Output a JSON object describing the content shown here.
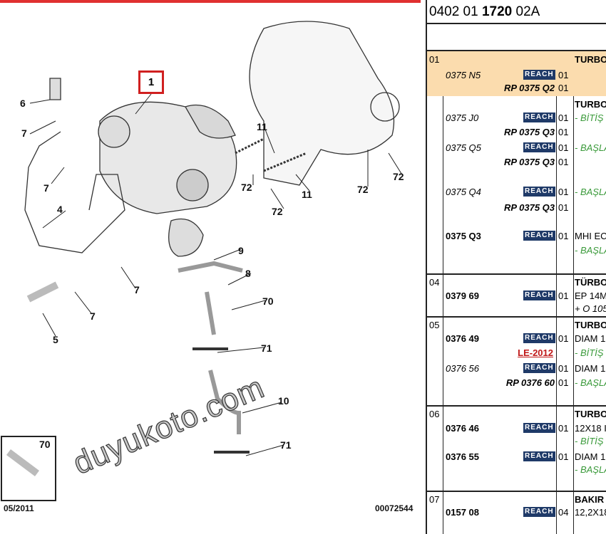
{
  "diagram": {
    "callouts": [
      "1",
      "6",
      "7",
      "7",
      "4",
      "7",
      "7",
      "5",
      "11",
      "72",
      "72",
      "11",
      "72",
      "72",
      "9",
      "8",
      "70",
      "71",
      "10",
      "71"
    ],
    "inset_label": "70",
    "date": "05/2011",
    "drawing_number": "00072544",
    "watermark": "duyukoto.com"
  },
  "table": {
    "ref_prefix": "0402 01 ",
    "ref_bold": "1720",
    "ref_suffix": " 02A",
    "rows": [
      {
        "pos": "01",
        "lines": [
          {
            "part": "0375 N5",
            "style": "it",
            "reach": "REACH",
            "qty": "01",
            "desc": "TURBO"
          },
          {
            "part": "RP 0375 Q2",
            "style": "rp",
            "qty": "01"
          }
        ]
      },
      {
        "pos": "",
        "lines": [
          {
            "part": "0375 J0",
            "style": "it",
            "reach": "REACH",
            "qty": "01",
            "desc": "TURBO",
            "note": "- BİTİŞ"
          },
          {
            "part": "RP 0375 Q3",
            "style": "rp",
            "qty": "01"
          },
          {
            "part": "0375 Q5",
            "style": "it",
            "reach": "REACH",
            "qty": "01",
            "note": "- BAŞLA"
          },
          {
            "part": "RP 0375 Q3",
            "style": "rp",
            "qty": "01"
          },
          {
            "part": "0375 Q4",
            "style": "it",
            "reach": "REACH",
            "qty": "01",
            "note": "- BAŞLA"
          },
          {
            "part": "RP 0375 Q3",
            "style": "rp",
            "qty": "01"
          },
          {
            "part": "0375 Q3",
            "style": "bd",
            "reach": "REACH",
            "qty": "01",
            "desc": "MHI EC",
            "note": "- BAŞLA"
          }
        ]
      },
      {
        "pos": "04",
        "lines": [
          {
            "part": "0379 69",
            "style": "bd",
            "reach": "REACH",
            "qty": "01",
            "desc": "TÜRBO",
            "desc2": "EP 14M",
            "desc3": "+ O 105"
          }
        ]
      },
      {
        "pos": "05",
        "lines": [
          {
            "part": "0376 49",
            "style": "bd",
            "reach": "REACH",
            "qty": "01",
            "desc": "TURBO",
            "desc2": "DIAM 1",
            "note": "- BİTİŞ"
          },
          {
            "part": "LE-2012",
            "style": "red"
          },
          {
            "part": "0376 56",
            "style": "it",
            "reach": "REACH",
            "qty": "01",
            "desc2": "DIAM 1"
          },
          {
            "part": "RP 0376 60",
            "style": "rp",
            "qty": "01",
            "note": "- BAŞLA"
          }
        ]
      },
      {
        "pos": "06",
        "lines": [
          {
            "part": "0376 46",
            "style": "bd",
            "reach": "REACH",
            "qty": "01",
            "desc": "TURBO",
            "desc2": "12X18 I",
            "note": "- BİTİŞ"
          },
          {
            "part": "0376 55",
            "style": "bd",
            "reach": "REACH",
            "qty": "01",
            "desc2": "DIAM 1",
            "note": "- BAŞLA"
          }
        ]
      },
      {
        "pos": "07",
        "lines": [
          {
            "part": "0157 08",
            "style": "bd",
            "reach": "REACH",
            "qty": "04",
            "desc": "BAKIR",
            "desc2": "12,2X18"
          }
        ]
      }
    ]
  },
  "colors": {
    "highlight": "#fbdcae",
    "reach_bg": "#1f3a68",
    "note_green": "#3a9a3a",
    "link_red": "#c01818",
    "callout_red": "#d02020"
  }
}
